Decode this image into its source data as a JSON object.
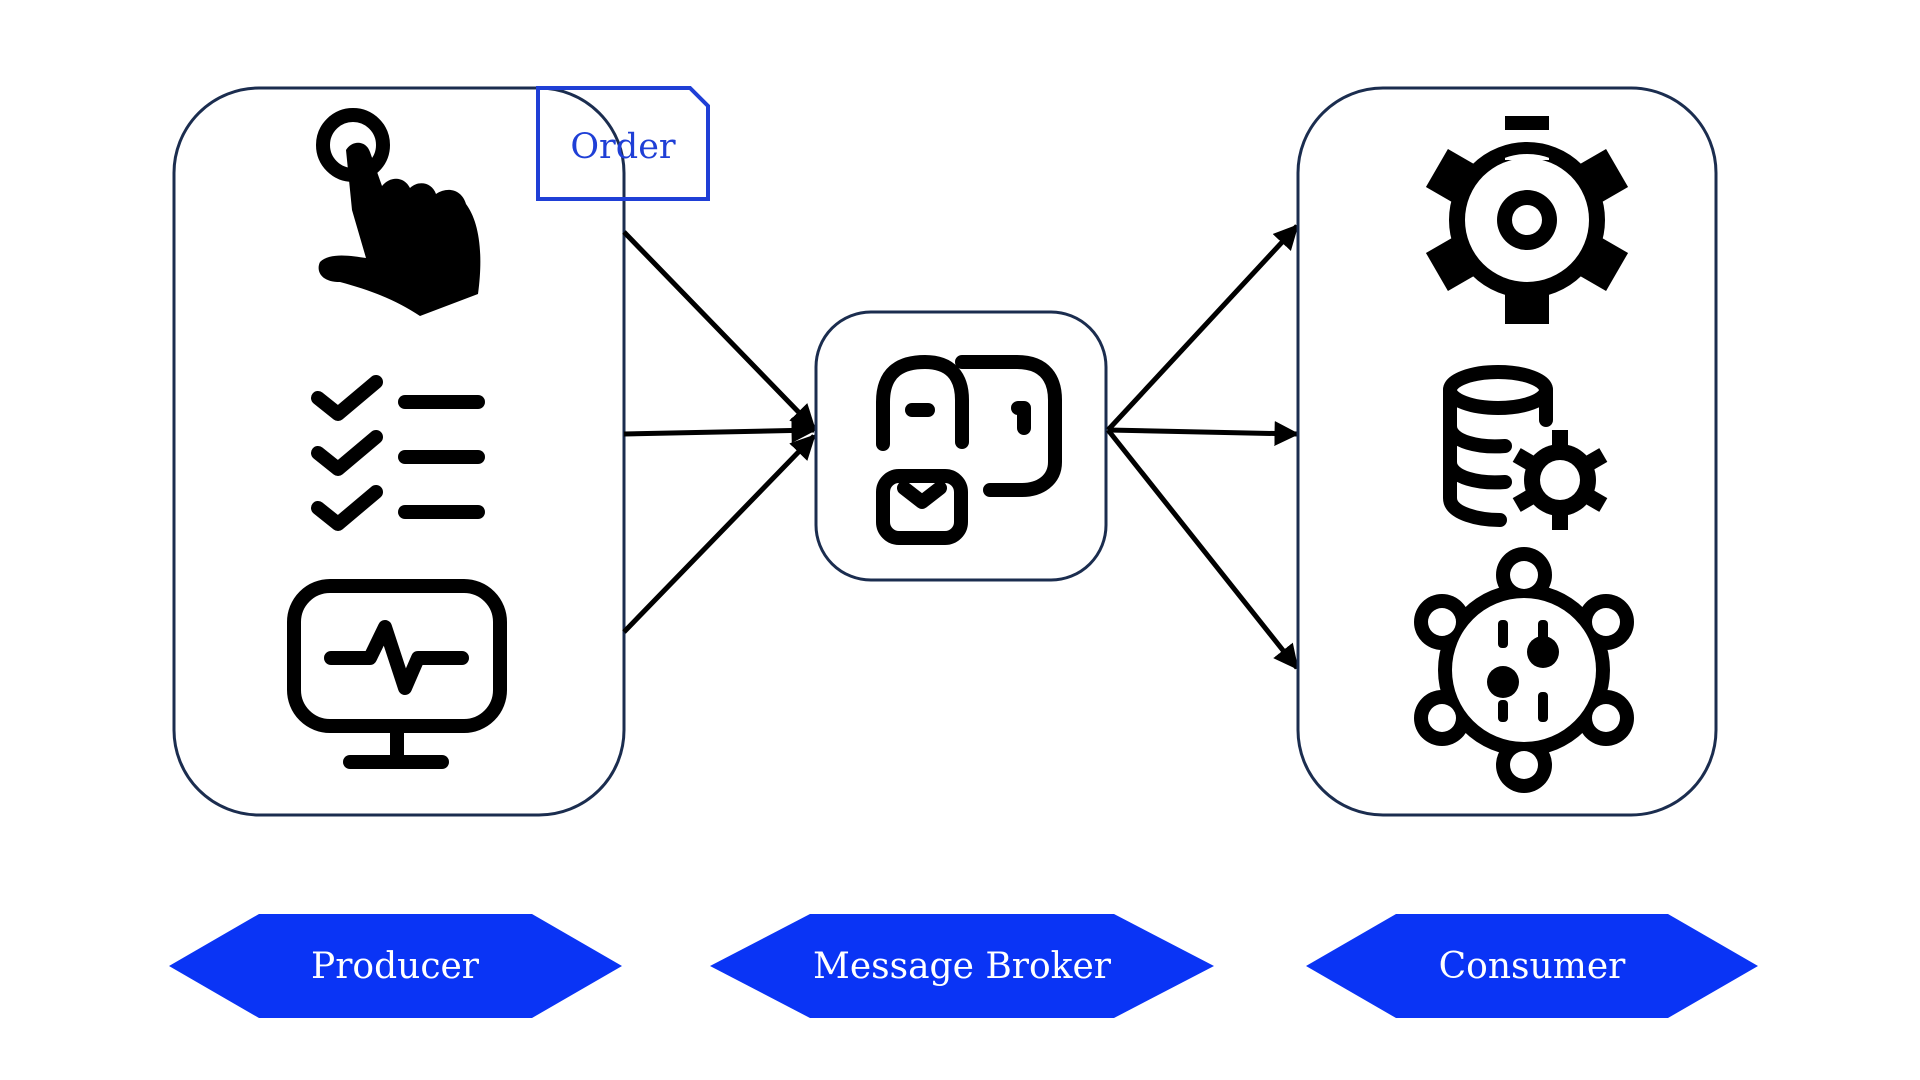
{
  "diagram": {
    "order_tag": "Order",
    "labels": {
      "producer": "Producer",
      "broker": "Message Broker",
      "consumer": "Consumer"
    },
    "producer_icons": [
      "touch-hand-icon",
      "checklist-icon",
      "monitor-activity-icon"
    ],
    "broker_icons": [
      "message-broker-icon"
    ],
    "consumer_icons": [
      "gear-icon",
      "database-settings-icon",
      "gear-toggles-icon"
    ],
    "colors": {
      "label_fill": "#0a34f5",
      "box_stroke": "#1b2d4f",
      "order_stroke": "#1f3fd6",
      "icon": "#000000",
      "arrow": "#000000"
    }
  }
}
